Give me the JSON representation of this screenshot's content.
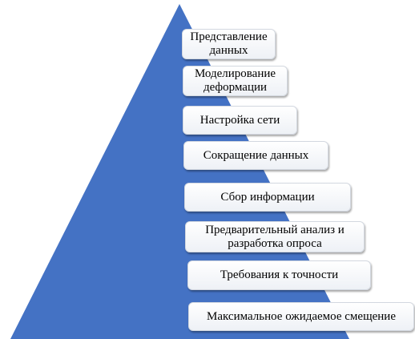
{
  "diagram": {
    "fill_color": "#4472c4",
    "levels": [
      {
        "label": "Представление\nданных"
      },
      {
        "label": "Моделирование\nдеформации"
      },
      {
        "label": "Настройка сети"
      },
      {
        "label": "Сокращение данных"
      },
      {
        "label": "Сбор информации"
      },
      {
        "label": "Предварительный анализ и\nразработка опроса"
      },
      {
        "label": "Требования к точности"
      },
      {
        "label": "Максимальное  ожидаемое смещение"
      }
    ]
  }
}
